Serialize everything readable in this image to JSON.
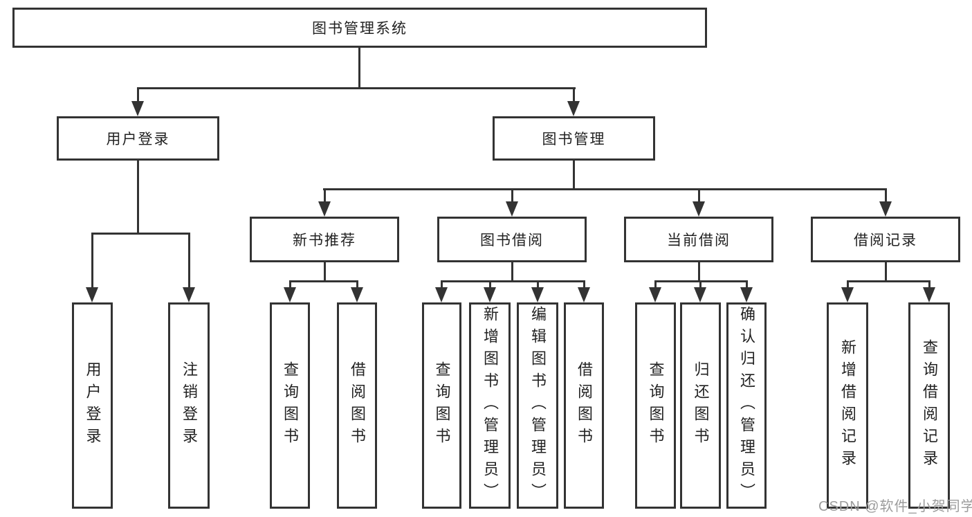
{
  "diagram_title": "图书管理系统",
  "nodes": {
    "root": "图书管理系统",
    "user_login": "用户登录",
    "book_mgmt": "图书管理",
    "new_book_rec": "新书推荐",
    "book_borrow": "图书借阅",
    "current_borrow": "当前借阅",
    "borrow_records": "借阅记录",
    "leaf_user_login": "用户登录",
    "leaf_logout": "注销登录",
    "leaf_query_book_1": "查询图书",
    "leaf_borrow_book_1": "借阅图书",
    "leaf_query_book_2": "查询图书",
    "leaf_add_book_admin": "新增图书（管理员）",
    "leaf_edit_book_admin": "编辑图书（管理员）",
    "leaf_borrow_book_2": "借阅图书",
    "leaf_query_book_3": "查询图书",
    "leaf_return_book": "归还图书",
    "leaf_confirm_return_admin": "确认归还（管理员）",
    "leaf_add_borrow_record": "新增借阅记录",
    "leaf_query_borrow_record": "查询借阅记录"
  },
  "hierarchy": {
    "root": "图书管理系统",
    "children": [
      {
        "label": "用户登录",
        "children": [
          "用户登录",
          "注销登录"
        ]
      },
      {
        "label": "图书管理",
        "children": [
          {
            "label": "新书推荐",
            "children": [
              "查询图书",
              "借阅图书"
            ]
          },
          {
            "label": "图书借阅",
            "children": [
              "查询图书",
              "新增图书（管理员）",
              "编辑图书（管理员）",
              "借阅图书"
            ]
          },
          {
            "label": "当前借阅",
            "children": [
              "查询图书",
              "归还图书",
              "确认归还（管理员）"
            ]
          },
          {
            "label": "借阅记录",
            "children": [
              "新增借阅记录",
              "查询借阅记录"
            ]
          }
        ]
      }
    ]
  },
  "watermark": "CSDN @软件_小贺同学",
  "colors": {
    "line": "#333333",
    "text": "#222222",
    "background": "#ffffff",
    "watermark": "#9c9c9c"
  }
}
